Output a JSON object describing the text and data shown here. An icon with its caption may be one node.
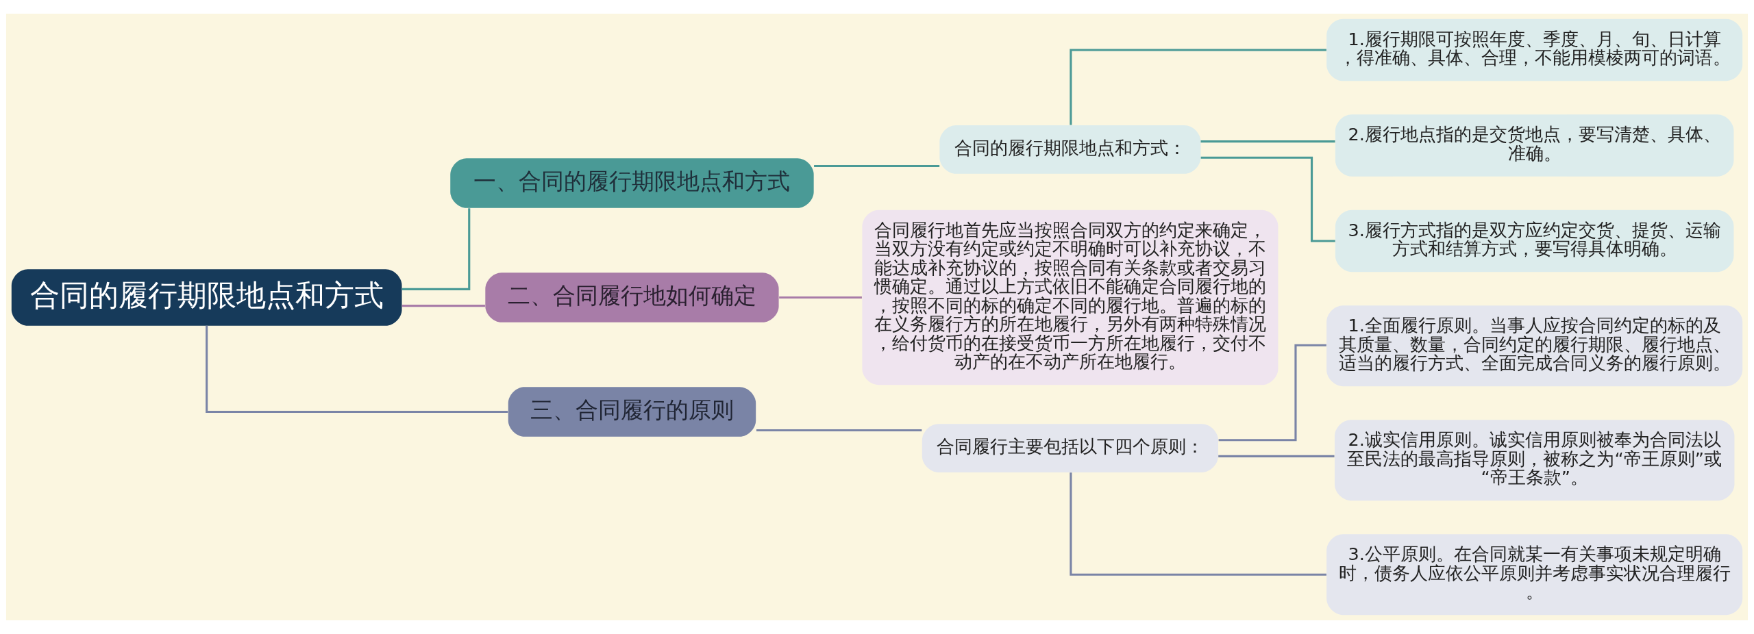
{
  "diagram": {
    "nodes": [
      {
        "text": [
          "合同的履行期限地点和方式"
        ]
      },
      {
        "text": [
          "一、合同的履行期限地点和方式"
        ]
      },
      {
        "text": [
          "合同的履行期限地点和方式："
        ]
      },
      {
        "text": [
          "1.履行期限可按照年度、季度、月、旬、日计算，得准确、具体、合理，不能用模棱两可的词语。"
        ]
      },
      {
        "text": [
          "2.履行地点指的是交货地点，要写清楚、具体、准确。"
        ]
      },
      {
        "text": [
          "3.履行方式指的是双方应约定交货、提货、运输方式和结算方式，要写得具体明确。"
        ]
      },
      {
        "text": [
          "二、合同履行地如何确定"
        ]
      },
      {
        "text": [
          "合同履行地首先应当按照合同双方的约定来确定，当双方没有约定或约定不明确时可以补充协议，不能达成补充协议的，按照合同有关条款或者交易习惯确定。通过以上方式依旧不能确定合同履行地的，按照不同的标的确定不同的履行地。普遍的标的在义务履行方的所在地履行，另外有两种特殊情况，给付货币的在接受货币一方所在地履行，交付不动产的在不动产所在地履行。"
        ]
      },
      {
        "text": [
          "三、合同履行的原则"
        ]
      },
      {
        "text": [
          "合同履行主要包括以下四个原则："
        ]
      },
      {
        "text": [
          "1.全面履行原则。当事人应按合同约定的标的及其质量、数量，合同约定的履行期限、履行地点、适当的履行方式、全面完成合同义务的履行原则。"
        ]
      },
      {
        "text": [
          "2.诚实信用原则。诚实信用原则被奉为合同法以至民法的最高指导原则，被称之为“帝王原则”或“帝王条款”。"
        ]
      },
      {
        "text": [
          "3.公平原则。在合同就某一有关事项未规定明确时，债务人应依公平原则并考虑事实状况合理履行。"
        ]
      }
    ],
    "edges": [
      {
        "from": 0,
        "to": 1,
        "arrow": "none",
        "color": "#4a9a96"
      },
      {
        "from": 1,
        "to": 2,
        "arrow": "none",
        "color": "#4a9a96"
      },
      {
        "from": 2,
        "to": 3,
        "arrow": "none",
        "color": "#4a9a96"
      },
      {
        "from": 2,
        "to": 4,
        "arrow": "none",
        "color": "#4a9a96"
      },
      {
        "from": 2,
        "to": 5,
        "arrow": "none",
        "color": "#4a9a96"
      },
      {
        "from": 0,
        "to": 6,
        "arrow": "none",
        "color": "#a87ca8"
      },
      {
        "from": 6,
        "to": 7,
        "arrow": "none",
        "color": "#a87ca8"
      },
      {
        "from": 0,
        "to": 8,
        "arrow": "none",
        "color": "#7a84a6"
      },
      {
        "from": 8,
        "to": 9,
        "arrow": "none",
        "color": "#7a84a6"
      },
      {
        "from": 9,
        "to": 10,
        "arrow": "none",
        "color": "#7a84a6"
      },
      {
        "from": 9,
        "to": 11,
        "arrow": "none",
        "color": "#7a84a6"
      },
      {
        "from": 9,
        "to": 12,
        "arrow": "none",
        "color": "#7a84a6"
      }
    ]
  }
}
